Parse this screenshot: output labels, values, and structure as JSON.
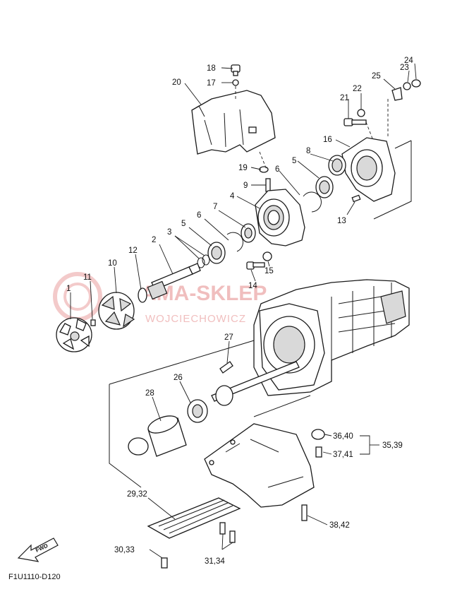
{
  "diagram_code": "F1U1110-D120",
  "fwd_label": "FWD",
  "watermark": {
    "line1": "AMA-SKLEP",
    "line2": "WOJCIECHOWICZ"
  },
  "callouts": {
    "c1": "1",
    "c2": "2",
    "c3": "3",
    "c4": "4",
    "c5a": "5",
    "c5b": "5",
    "c6a": "6",
    "c6b": "6",
    "c7": "7",
    "c8": "8",
    "c9": "9",
    "c10": "10",
    "c11": "11",
    "c12": "12",
    "c13": "13",
    "c14": "14",
    "c15": "15",
    "c16": "16",
    "c17": "17",
    "c18": "18",
    "c19": "19",
    "c20": "20",
    "c21": "21",
    "c22": "22",
    "c23": "23",
    "c24": "24",
    "c25": "25",
    "c26": "26",
    "c27": "27",
    "c28": "28",
    "c29_32": "29,32",
    "c30_33": "30,33",
    "c31_34": "31,34",
    "c35_39": "35,39",
    "c36_40": "36,40",
    "c37_41": "37,41",
    "c38_42": "38,42"
  }
}
